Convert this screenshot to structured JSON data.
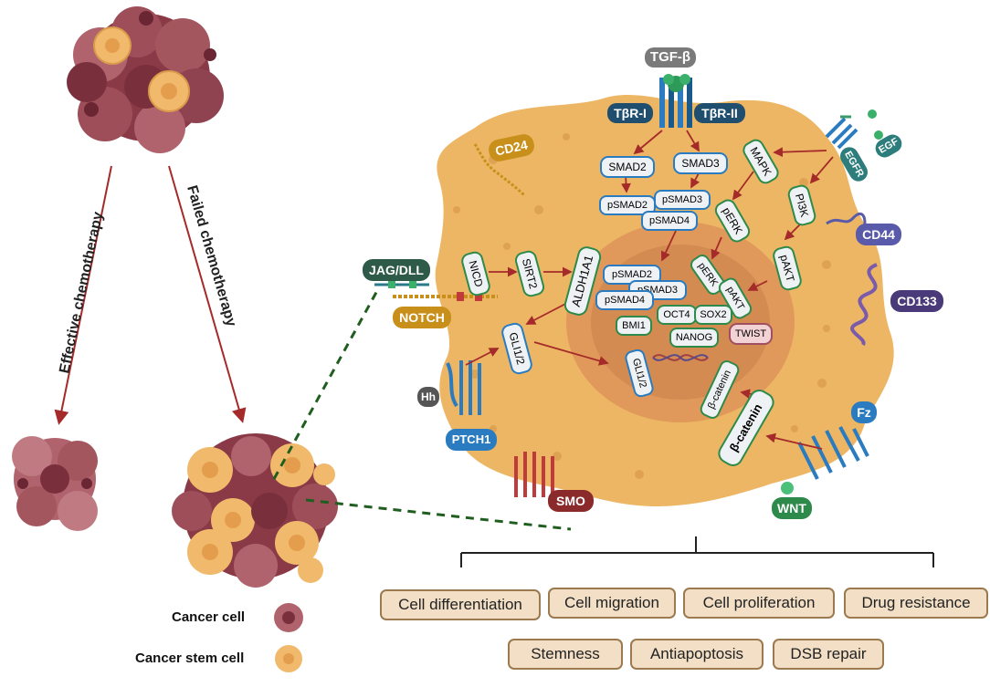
{
  "arrows": {
    "effective": "Effective chemotherapy",
    "failed": "Failed chemotherapy"
  },
  "legend": {
    "cancer_cell": "Cancer cell",
    "cancer_stem_cell": "Cancer stem cell"
  },
  "receptors": {
    "tgfb": "TGF-β",
    "tbr1": "TβR-I",
    "tbr2": "TβR-II",
    "egf": "EGF",
    "egfr": "EGFR",
    "cd24": "CD24",
    "cd44": "CD44",
    "cd133": "CD133",
    "jag_dll": "JAG/DLL",
    "notch": "NOTCH",
    "hh": "Hh",
    "ptch1": "PTCH1",
    "smo": "SMO",
    "fz": "Fz",
    "wnt": "WNT"
  },
  "cytoplasm": {
    "smad2": "SMAD2",
    "smad3": "SMAD3",
    "psmad2": "pSMAD2",
    "psmad3": "pSMAD3",
    "psmad4": "pSMAD4",
    "mapk": "MAPK",
    "perk": "pERK",
    "pi3k": "PI3K",
    "pakt": "pAKT",
    "nicd": "NICD",
    "sirt2": "SIRT2",
    "aldh1a1": "ALDH1A1",
    "gli12": "GLI1/2",
    "bcatenin": "β-catenin"
  },
  "nucleus": {
    "psmad2": "pSMAD2",
    "psmad3": "pSMAD3",
    "psmad4": "pSMAD4",
    "perk": "pERK",
    "pakt": "pAKT",
    "oct4": "OCT4",
    "sox2": "SOX2",
    "bmi1": "BMI1",
    "nanog": "NANOG",
    "twist": "TWIST",
    "gli12": "GLI1/2",
    "bcatenin": "β-catenin"
  },
  "outcomes": {
    "cell_differentiation": "Cell differentiation",
    "cell_migration": "Cell migration",
    "cell_proliferation": "Cell proliferation",
    "drug_resistance": "Drug resistance",
    "stemness": "Stemness",
    "antiapoptosis": "Antiapoptosis",
    "dsb_repair": "DSB repair"
  },
  "colors": {
    "cell_body": "#edb664",
    "nucleus_outer": "#e0995a",
    "nucleus_inner": "#d48b52",
    "arrow_red": "#a52a2a",
    "cancer_cell": "#9e4e58",
    "stem_cell": "#f1b96b",
    "dashed_green": "#1f5e1f",
    "outcome_fill": "#f2dfc6"
  }
}
